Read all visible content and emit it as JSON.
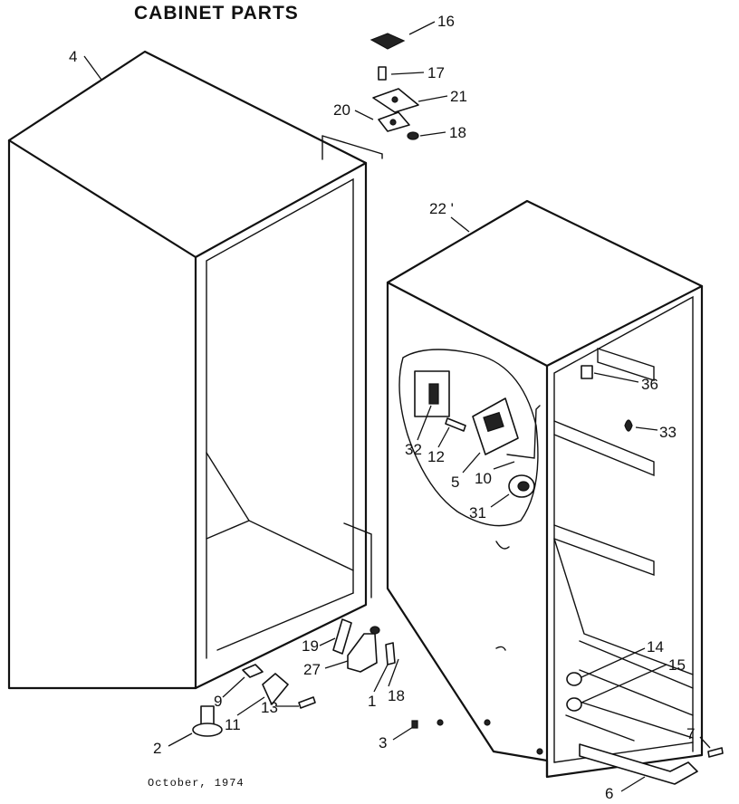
{
  "title": "CABINET PARTS",
  "footer_date": "October, 1974",
  "callouts": {
    "c1": "1",
    "c2": "2",
    "c3": "3",
    "c4": "4",
    "c5": "5",
    "c6": "6",
    "c7": "7",
    "c9": "9",
    "c10": "10",
    "c11": "11",
    "c12": "12",
    "c13": "13",
    "c14": "14",
    "c15": "15",
    "c16": "16",
    "c17": "17",
    "c18a": "18",
    "c18b": "18",
    "c19": "19",
    "c20": "20",
    "c21": "21",
    "c22": "22 '",
    "c27": "27",
    "c31": "31",
    "c32": "32",
    "c33": "33",
    "c36": "36"
  }
}
